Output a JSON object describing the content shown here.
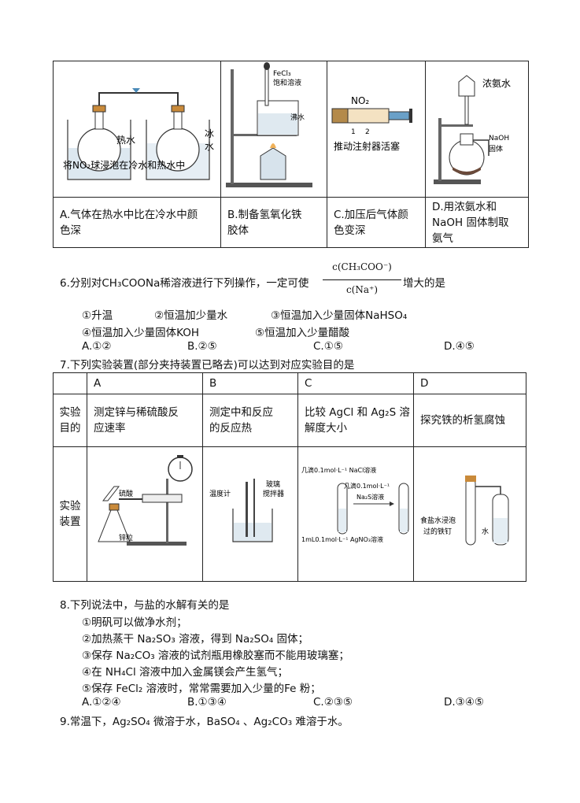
{
  "q5": {
    "a_caption": "将NO₂球浸泡在冷水和热水中",
    "a_hot": "热水",
    "a_cold1": "冰",
    "a_cold2": "水",
    "b_label1": "FeCl₃",
    "b_label2": "饱和溶液",
    "b_label3": "沸水",
    "c_label": "NO₂",
    "c_n1": "1",
    "c_n2": "2",
    "c_caption": "推动注射器活塞",
    "d_label1": "浓氨水",
    "d_label2": "NaOH",
    "d_label3": "固体",
    "opt_a1": "A.气体在热水中比在冷水中颜",
    "opt_a2": "色深",
    "opt_b1": "B.制备氢氧化铁",
    "opt_b2": "胶体",
    "opt_c1": "C.加压后气体颜",
    "opt_c2": "色变深",
    "opt_d1": "D.用浓氨水和",
    "opt_d2": "NaOH 固体制取",
    "opt_d3": "氨气"
  },
  "q6": {
    "stem_pre": "6.分别对CH₃COONa稀溶液进行下列操作，一定可使",
    "num": "c(CH₃COO⁻)",
    "den": "c(Na⁺)",
    "stem_post": "增大的是",
    "i1": "①升温",
    "i2": "②恒温加少量水",
    "i3": "③恒温加入少量固体NaHSO₄",
    "i4": "④恒温加入少量固体KOH",
    "i5": "⑤恒温加入少量醋酸",
    "A": "A.①②",
    "B": "B.②⑤",
    "C": "C.①⑤",
    "D": "D.④⑤"
  },
  "q7": {
    "stem": "7.下列实验装置(部分夹持装置已略去)可以达到对应实验目的是",
    "hA": "A",
    "hB": "B",
    "hC": "C",
    "hD": "D",
    "row1_1": "实验",
    "row1_2": "目的",
    "pA1": "测定锌与稀硫酸反",
    "pA2": "应速率",
    "pB1": "测定中和反应",
    "pB2": "的反应热",
    "pC1": "比较 AgCl 和 Ag₂S 溶",
    "pC2": "解度大小",
    "pD": "探究铁的析氢腐蚀",
    "row2_1": "实验",
    "row2_2": "装置",
    "aA1": "硫酸",
    "aA2": "锌粒",
    "aB1": "温度计",
    "aB2": "玻璃",
    "aB3": "搅拌器",
    "aC1": "几滴0.1mol·L⁻¹ NaCl溶液",
    "aC2": "几滴0.1mol·L⁻¹",
    "aC3": "Na₂S溶液",
    "aC4": "1mL0.1mol·L⁻¹ AgNO₃溶液",
    "aD1": "食盐水浸泡",
    "aD2": "过的铁钉",
    "aD3": "水"
  },
  "q8": {
    "stem": "8.下列说法中，与盐的水解有关的是",
    "i1": "①明矾可以做净水剂；",
    "i2": "②加热蒸干 Na₂SO₃ 溶液，得到 Na₂SO₄ 固体；",
    "i3": "③保存 Na₂CO₃ 溶液的试剂瓶用橡胶塞而不能用玻璃塞；",
    "i4": "④在 NH₄Cl 溶液中加入金属镁会产生氢气；",
    "i5": "⑤保存 FeCl₂ 溶液时，常常需要加入少量的Fe 粉；",
    "A": "A.①②④",
    "B": "B.①③④",
    "C": "C.②③⑤",
    "D": "D.③④⑤"
  },
  "q9": {
    "stem": "9.常温下，Ag₂SO₄ 微溶于水，BaSO₄ 、Ag₂CO₃ 难溶于水。"
  }
}
